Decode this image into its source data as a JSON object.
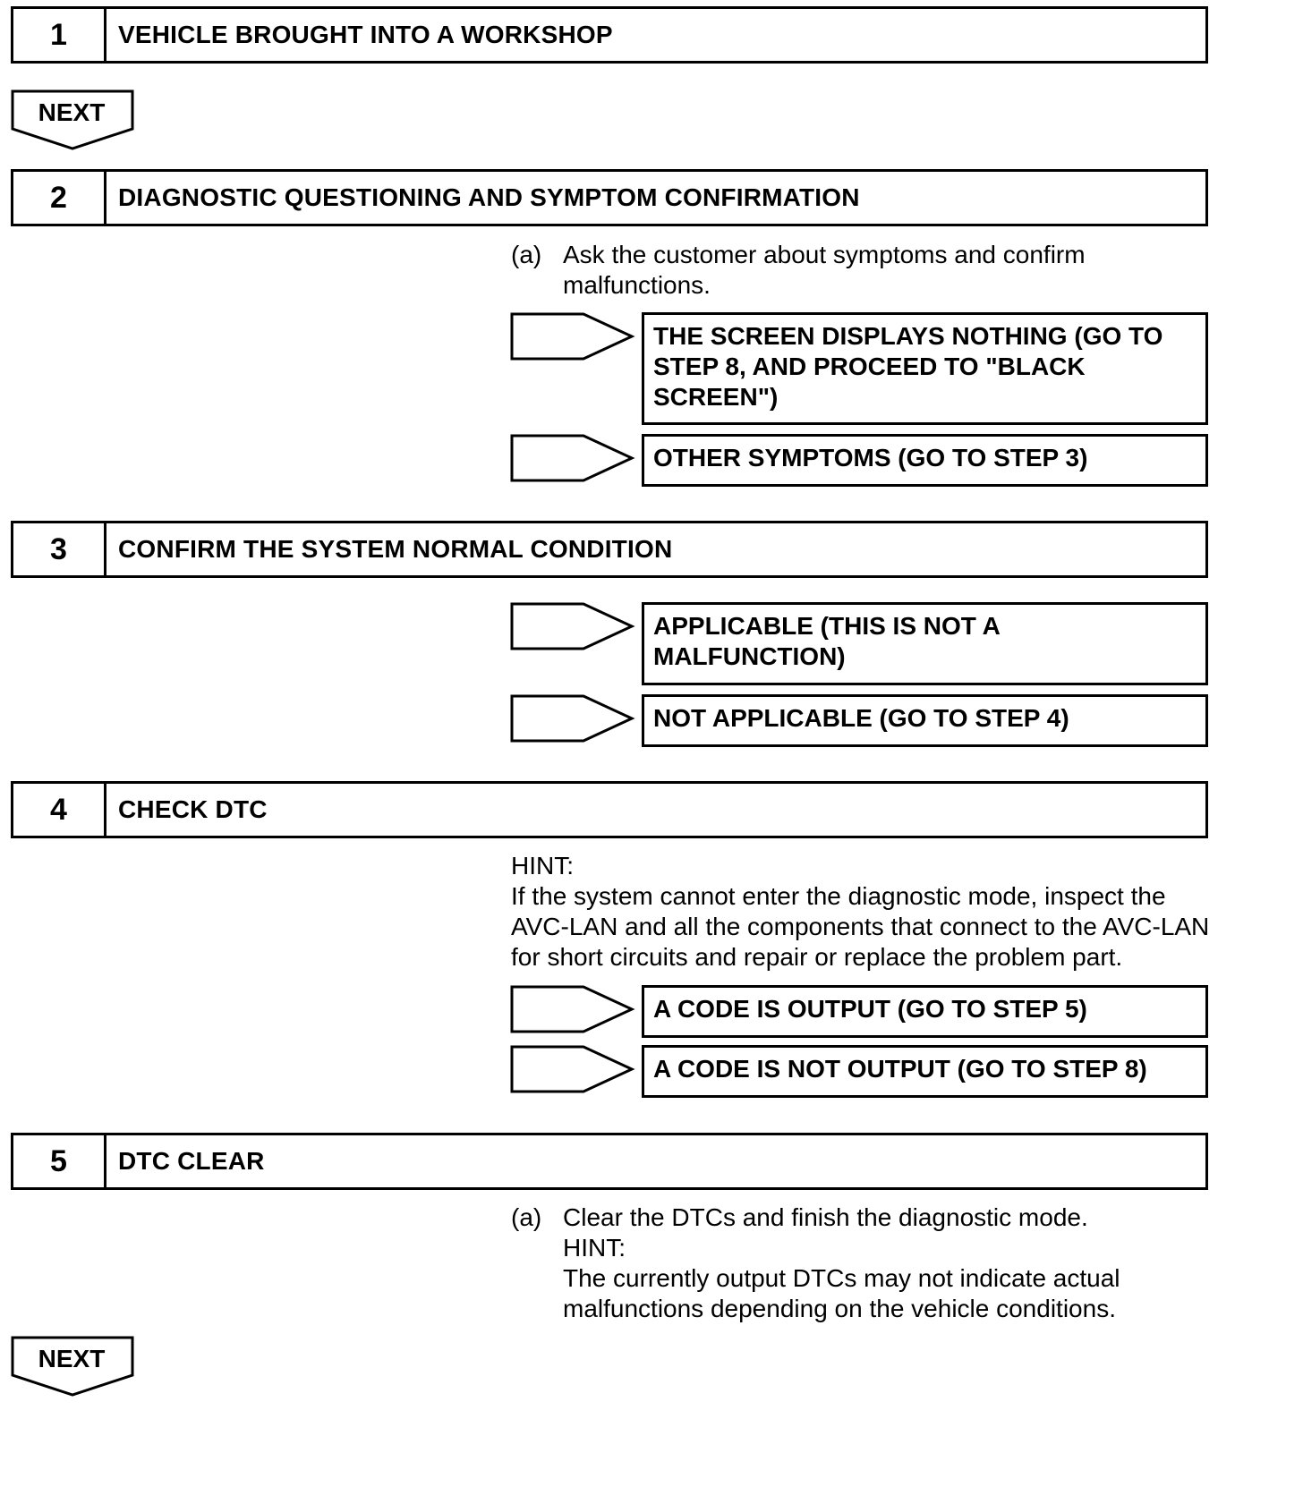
{
  "steps": [
    {
      "num": "1",
      "title": "VEHICLE BROUGHT INTO A WORKSHOP"
    },
    {
      "num": "2",
      "title": "DIAGNOSTIC QUESTIONING AND SYMPTOM CONFIRMATION"
    },
    {
      "num": "3",
      "title": "CONFIRM THE SYSTEM NORMAL CONDITION"
    },
    {
      "num": "4",
      "title": "CHECK DTC"
    },
    {
      "num": "5",
      "title": "DTC CLEAR"
    }
  ],
  "next_label": "NEXT",
  "step2": {
    "para_label": "(a)",
    "para_text": "Ask the customer about symptoms and confirm malfunctions.",
    "results": [
      "THE SCREEN DISPLAYS NOTHING (GO TO STEP 8, AND PROCEED TO \"BLACK SCREEN\")",
      "OTHER SYMPTOMS (GO TO STEP 3)"
    ]
  },
  "step3": {
    "results": [
      "APPLICABLE (THIS IS NOT A MALFUNCTION)",
      "NOT APPLICABLE (GO TO STEP 4)"
    ]
  },
  "step4": {
    "hint_label": "HINT:",
    "hint_text": "If the system cannot enter the diagnostic mode, inspect the AVC-LAN and all the components that connect to the AVC-LAN for short circuits and repair or replace the problem part.",
    "results": [
      "A CODE IS OUTPUT (GO TO STEP 5)",
      "A CODE IS NOT OUTPUT (GO TO STEP 8)"
    ]
  },
  "step5": {
    "para_label": "(a)",
    "para_text": "Clear the DTCs and finish the diagnostic mode.",
    "hint_label": "HINT:",
    "hint_text": "The currently output DTCs may not indicate actual malfunctions depending on the vehicle conditions."
  }
}
